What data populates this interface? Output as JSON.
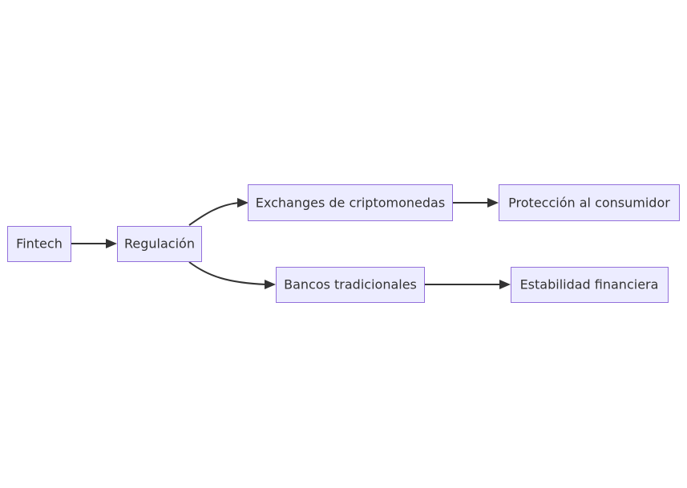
{
  "diagram": {
    "type": "flowchart",
    "direction": "left-to-right",
    "nodes": {
      "fintech": {
        "label": "Fintech"
      },
      "regulacion": {
        "label": "Regulación"
      },
      "exchanges": {
        "label": "Exchanges de criptomonedas"
      },
      "bancos": {
        "label": "Bancos tradicionales"
      },
      "proteccion": {
        "label": "Protección al consumidor"
      },
      "estabilidad": {
        "label": "Estabilidad financiera"
      }
    },
    "edges": [
      {
        "from": "fintech",
        "to": "regulacion"
      },
      {
        "from": "regulacion",
        "to": "exchanges"
      },
      {
        "from": "regulacion",
        "to": "bancos"
      },
      {
        "from": "exchanges",
        "to": "proteccion"
      },
      {
        "from": "bancos",
        "to": "estabilidad"
      }
    ],
    "colors": {
      "node_fill": "#ececff",
      "node_stroke": "#9370db",
      "text": "#333333",
      "edge": "#333333",
      "background": "#ffffff"
    }
  }
}
